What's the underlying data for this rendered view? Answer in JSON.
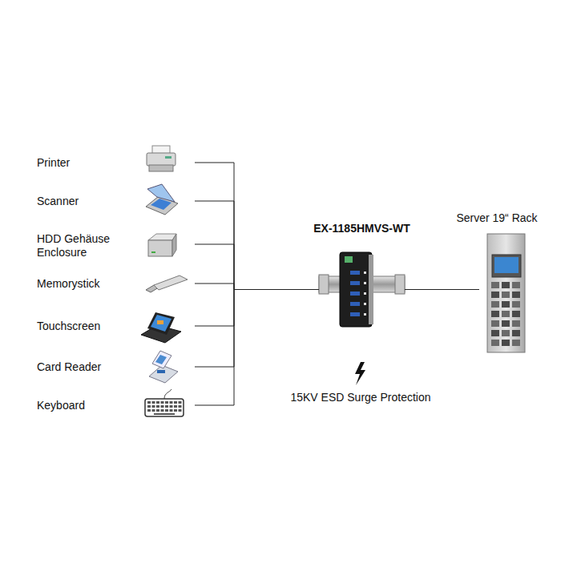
{
  "diagram": {
    "nodes": [
      {
        "text": [
          "Printer"
        ]
      },
      {
        "text": [
          "Scanner"
        ]
      },
      {
        "text": [
          "HDD Gehäuse Enclosure"
        ]
      },
      {
        "text": [
          "Memorystick"
        ]
      },
      {
        "text": [
          "Touchscreen"
        ]
      },
      {
        "text": [
          "Card Reader"
        ]
      },
      {
        "text": [
          "Keyboard"
        ]
      },
      {
        "text": [
          "EX-1185HMVS-WT"
        ]
      },
      {
        "text": [
          "Server 19“ Rack"
        ]
      }
    ],
    "edges": [
      {
        "from": 0,
        "to": 7,
        "arrow": "none"
      },
      {
        "from": 1,
        "to": 7,
        "arrow": "none"
      },
      {
        "from": 2,
        "to": 7,
        "arrow": "none"
      },
      {
        "from": 3,
        "to": 7,
        "arrow": "none"
      },
      {
        "from": 4,
        "to": 7,
        "arrow": "none"
      },
      {
        "from": 5,
        "to": 7,
        "arrow": "none"
      },
      {
        "from": 6,
        "to": 7,
        "arrow": "none"
      },
      {
        "from": 7,
        "to": 8,
        "arrow": "none"
      }
    ],
    "labels": [
      "15KV ESD Surge Protection"
    ]
  }
}
